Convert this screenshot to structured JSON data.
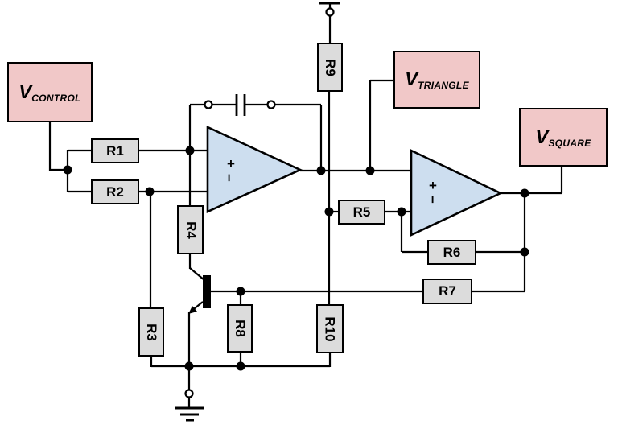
{
  "colors": {
    "background": "#ffffff",
    "source_fill": "#f1c8c8",
    "resistor_fill": "#dcdcdc",
    "opamp_fill": "#cddeef",
    "line": "#000000"
  },
  "sources": {
    "v_control": {
      "symbol": "V",
      "subscript": "CONTROL"
    },
    "v_triangle": {
      "symbol": "V",
      "subscript": "TRIANGLE"
    },
    "v_square": {
      "symbol": "V",
      "subscript": "SQUARE"
    }
  },
  "resistors": {
    "r1": "R1",
    "r2": "R2",
    "r3": "R3",
    "r4": "R4",
    "r5": "R5",
    "r6": "R6",
    "r7": "R7",
    "r8": "R8",
    "r9": "R9",
    "r10": "R10"
  },
  "opamp1": {
    "plus": "+",
    "minus": "−"
  },
  "opamp2": {
    "plus": "+",
    "minus": "−"
  }
}
